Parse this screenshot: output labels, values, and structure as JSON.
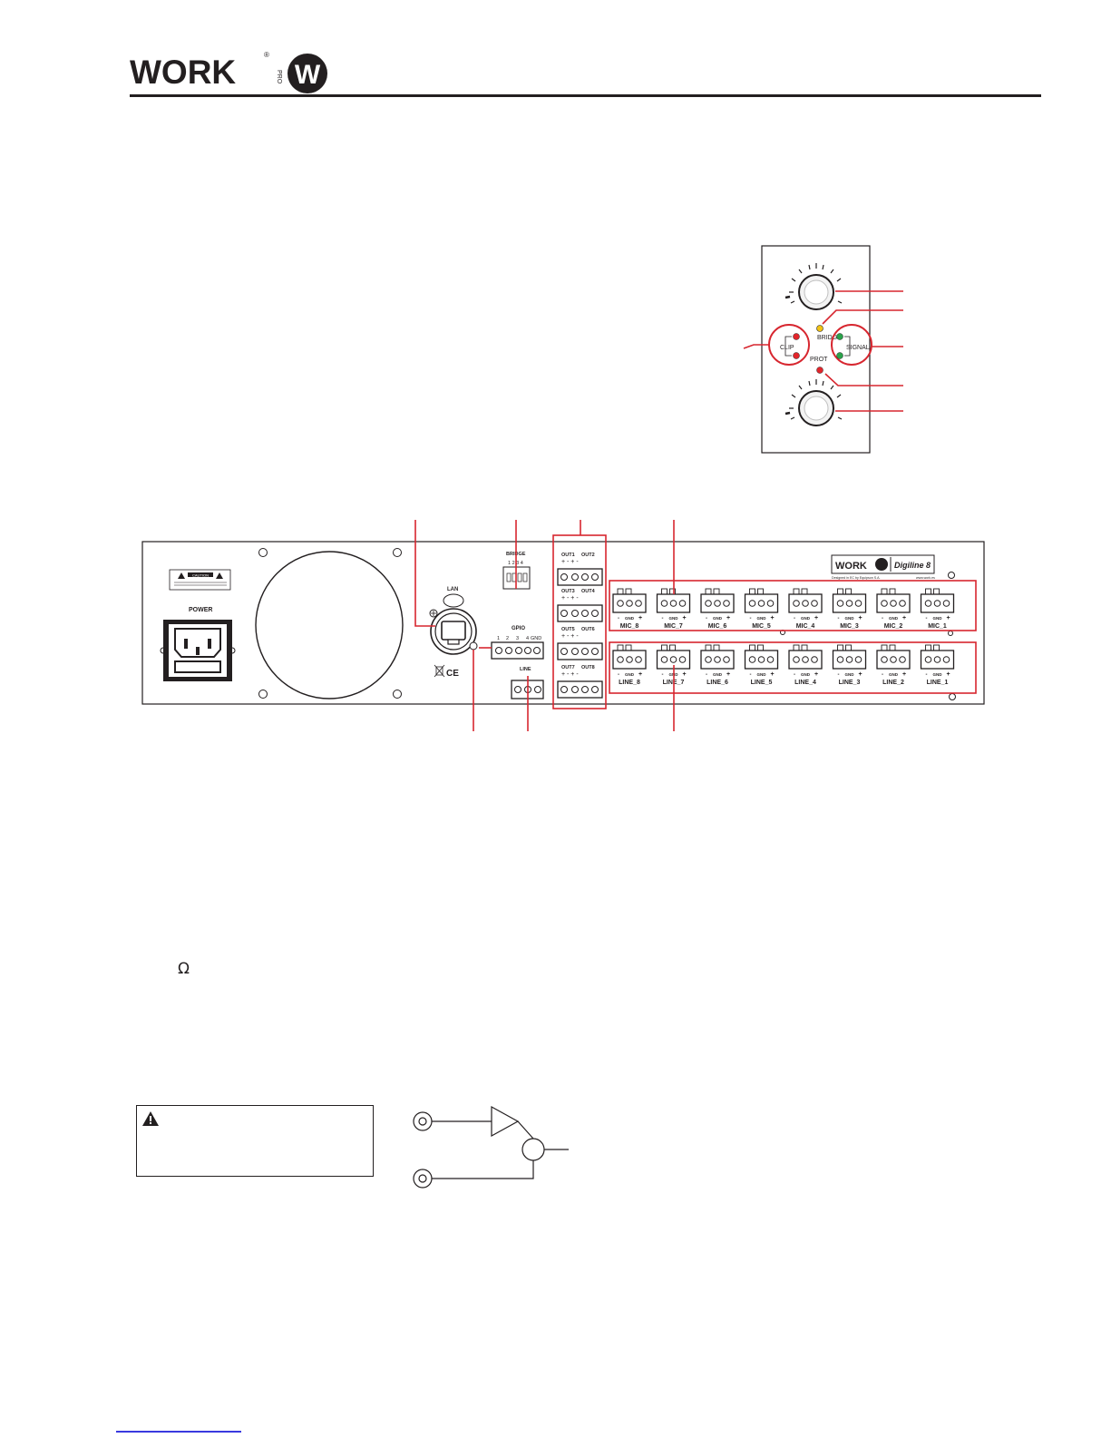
{
  "brand": {
    "logo_text": "WORK",
    "logo_sub": "PRO",
    "registered": "®",
    "logo_mark": "W"
  },
  "front_panel": {
    "bridge_label": "BRIDGE",
    "clip_label": "CLIP",
    "signal_label": "SIGNAL",
    "prot_label": "PROT",
    "colors": {
      "clip": "#e2252b",
      "signal": "#2aa24a",
      "bridge": "#f2c315",
      "prot": "#e2252b",
      "callout": "#d7262f"
    }
  },
  "rear_panel": {
    "caution_label": "CAUTION",
    "power_label": "POWER",
    "lan_label": "LAN",
    "bridge_label": "BRIDGE",
    "bridge_numbers": "1 2 3 4",
    "gpio_label": "GPIO",
    "gpio_pins": [
      "1",
      "2",
      "3",
      "4",
      "GND"
    ],
    "line_label": "LINE",
    "ce_mark": "CE",
    "outputs": [
      {
        "left": "OUT1",
        "right": "OUT2"
      },
      {
        "left": "OUT3",
        "right": "OUT4"
      },
      {
        "left": "OUT5",
        "right": "OUT6"
      },
      {
        "left": "OUT7",
        "right": "OUT8"
      }
    ],
    "polarity": "+ -  + -",
    "terminal_polarity": {
      "minus": "-",
      "gnd": "GND",
      "plus": "+"
    },
    "mic_inputs": [
      "MIC_8",
      "MIC_7",
      "MIC_6",
      "MIC_5",
      "MIC_4",
      "MIC_3",
      "MIC_2",
      "MIC_1"
    ],
    "line_inputs": [
      "LINE_8",
      "LINE_7",
      "LINE_6",
      "LINE_5",
      "LINE_4",
      "LINE_3",
      "LINE_2",
      "LINE_1"
    ],
    "badge_brand": "WORK",
    "badge_model": "Digiline 8",
    "designed_by": "Designed in EC by Equipson S.A.",
    "website": "www.work.es"
  },
  "omega_symbol": "Ω"
}
